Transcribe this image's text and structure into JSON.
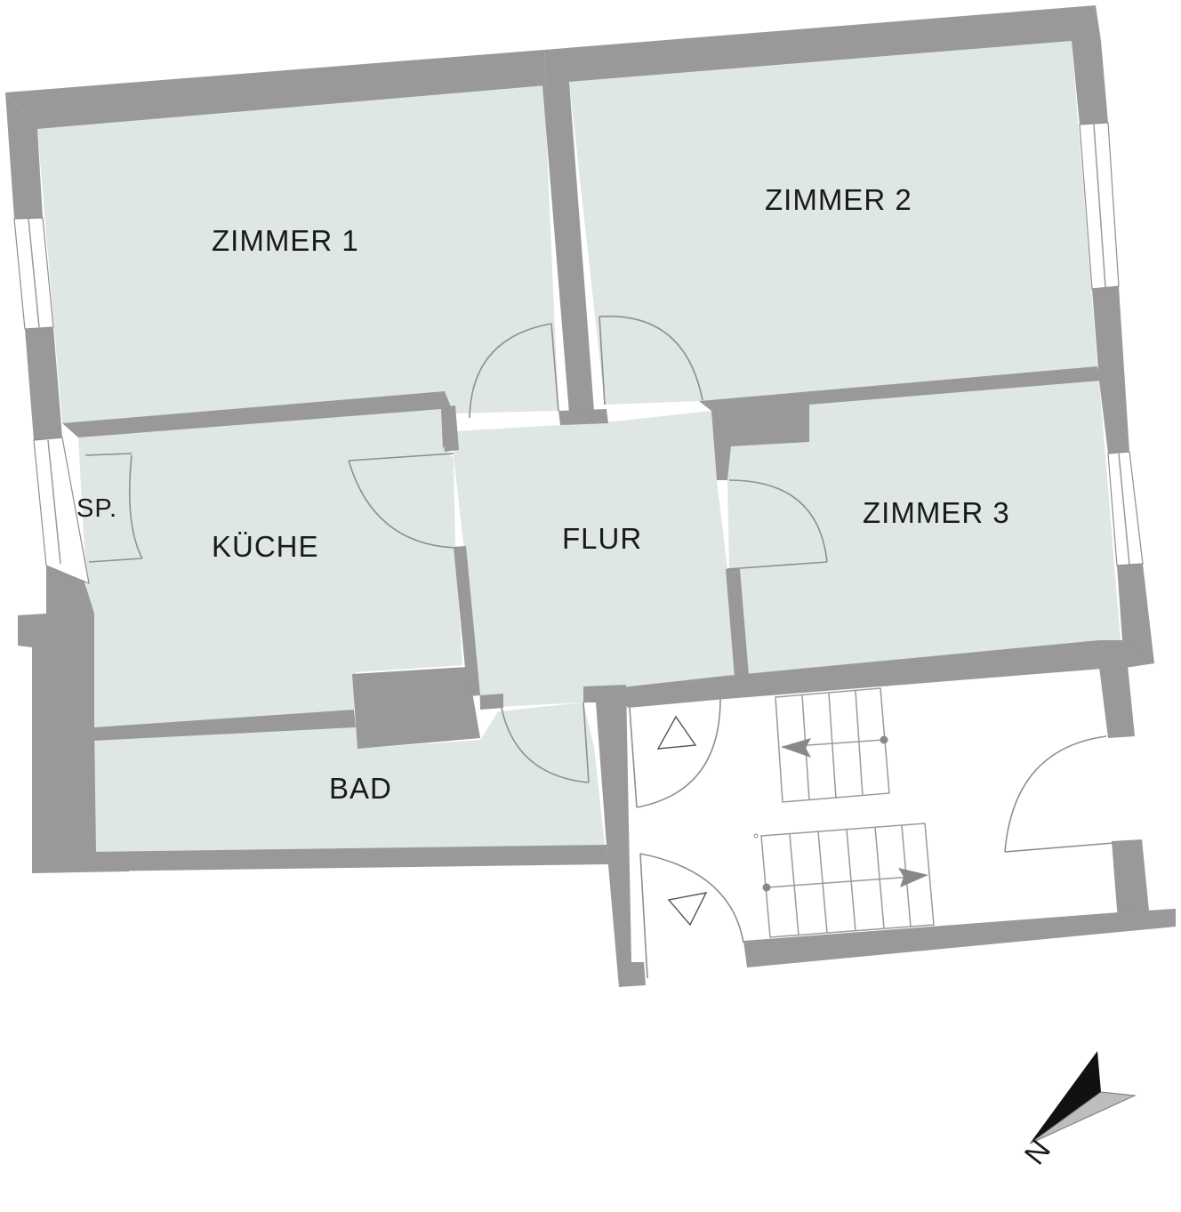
{
  "rooms": {
    "zimmer1": "ZIMMER 1",
    "zimmer2": "ZIMMER 2",
    "zimmer3": "ZIMMER 3",
    "kueche": "KÜCHE",
    "speisekammer": "SP.",
    "flur": "FLUR",
    "bad": "BAD"
  },
  "compass": {
    "label": "N",
    "icon": "north-arrow-icon"
  },
  "colors": {
    "wall": "#999999",
    "floor": "#dfe6e6",
    "stairwell": "#ffffff",
    "text": "#1a1a1a"
  }
}
